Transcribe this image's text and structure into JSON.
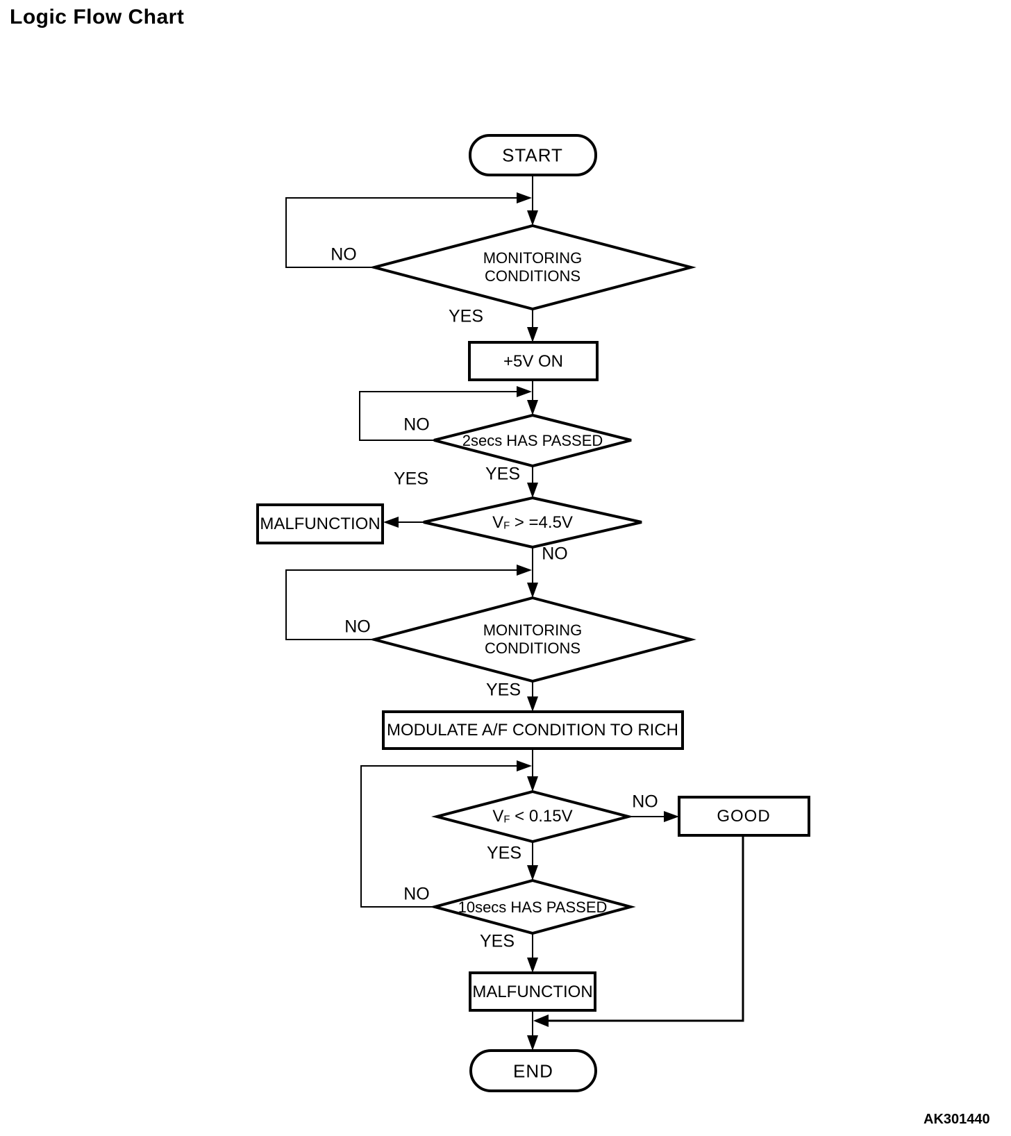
{
  "title": "Logic Flow Chart",
  "figure_code": "AK301440",
  "colors": {
    "line": "#000000",
    "background": "#ffffff"
  },
  "nodes": {
    "start": {
      "label": "START",
      "type": "terminator"
    },
    "monitoring1": {
      "line1": "MONITORING",
      "line2": "CONDITIONS",
      "type": "decision"
    },
    "plus5v_on": {
      "label": "+5V ON",
      "type": "process"
    },
    "passed2s": {
      "label": "2secs HAS PASSED",
      "type": "decision"
    },
    "vf_high": {
      "base": "V",
      "sub": "F",
      "rest": " > =4.5V",
      "type": "decision"
    },
    "malfunction1": {
      "label": "MALFUNCTION",
      "type": "process"
    },
    "monitoring2": {
      "line1": "MONITORING",
      "line2": "CONDITIONS",
      "type": "decision"
    },
    "modulate": {
      "label": "MODULATE A/F CONDITION TO RICH",
      "type": "process"
    },
    "vf_low": {
      "base": "V",
      "sub": "F",
      "rest": " < 0.15V",
      "type": "decision"
    },
    "good": {
      "label": "GOOD",
      "type": "process"
    },
    "passed10s": {
      "label": "10secs HAS PASSED",
      "type": "decision"
    },
    "malfunction2": {
      "label": "MALFUNCTION",
      "type": "process"
    },
    "end": {
      "label": "END",
      "type": "terminator"
    }
  },
  "edge_labels": {
    "monitoring1_no": "NO",
    "monitoring1_yes": "YES",
    "passed2s_no": "NO",
    "passed2s_yes": "YES",
    "vf_high_yes": "YES",
    "vf_high_no": "NO",
    "monitoring2_no": "NO",
    "monitoring2_yes": "YES",
    "vf_low_no": "NO",
    "vf_low_yes": "YES",
    "passed10s_no": "NO",
    "passed10s_yes": "YES"
  }
}
